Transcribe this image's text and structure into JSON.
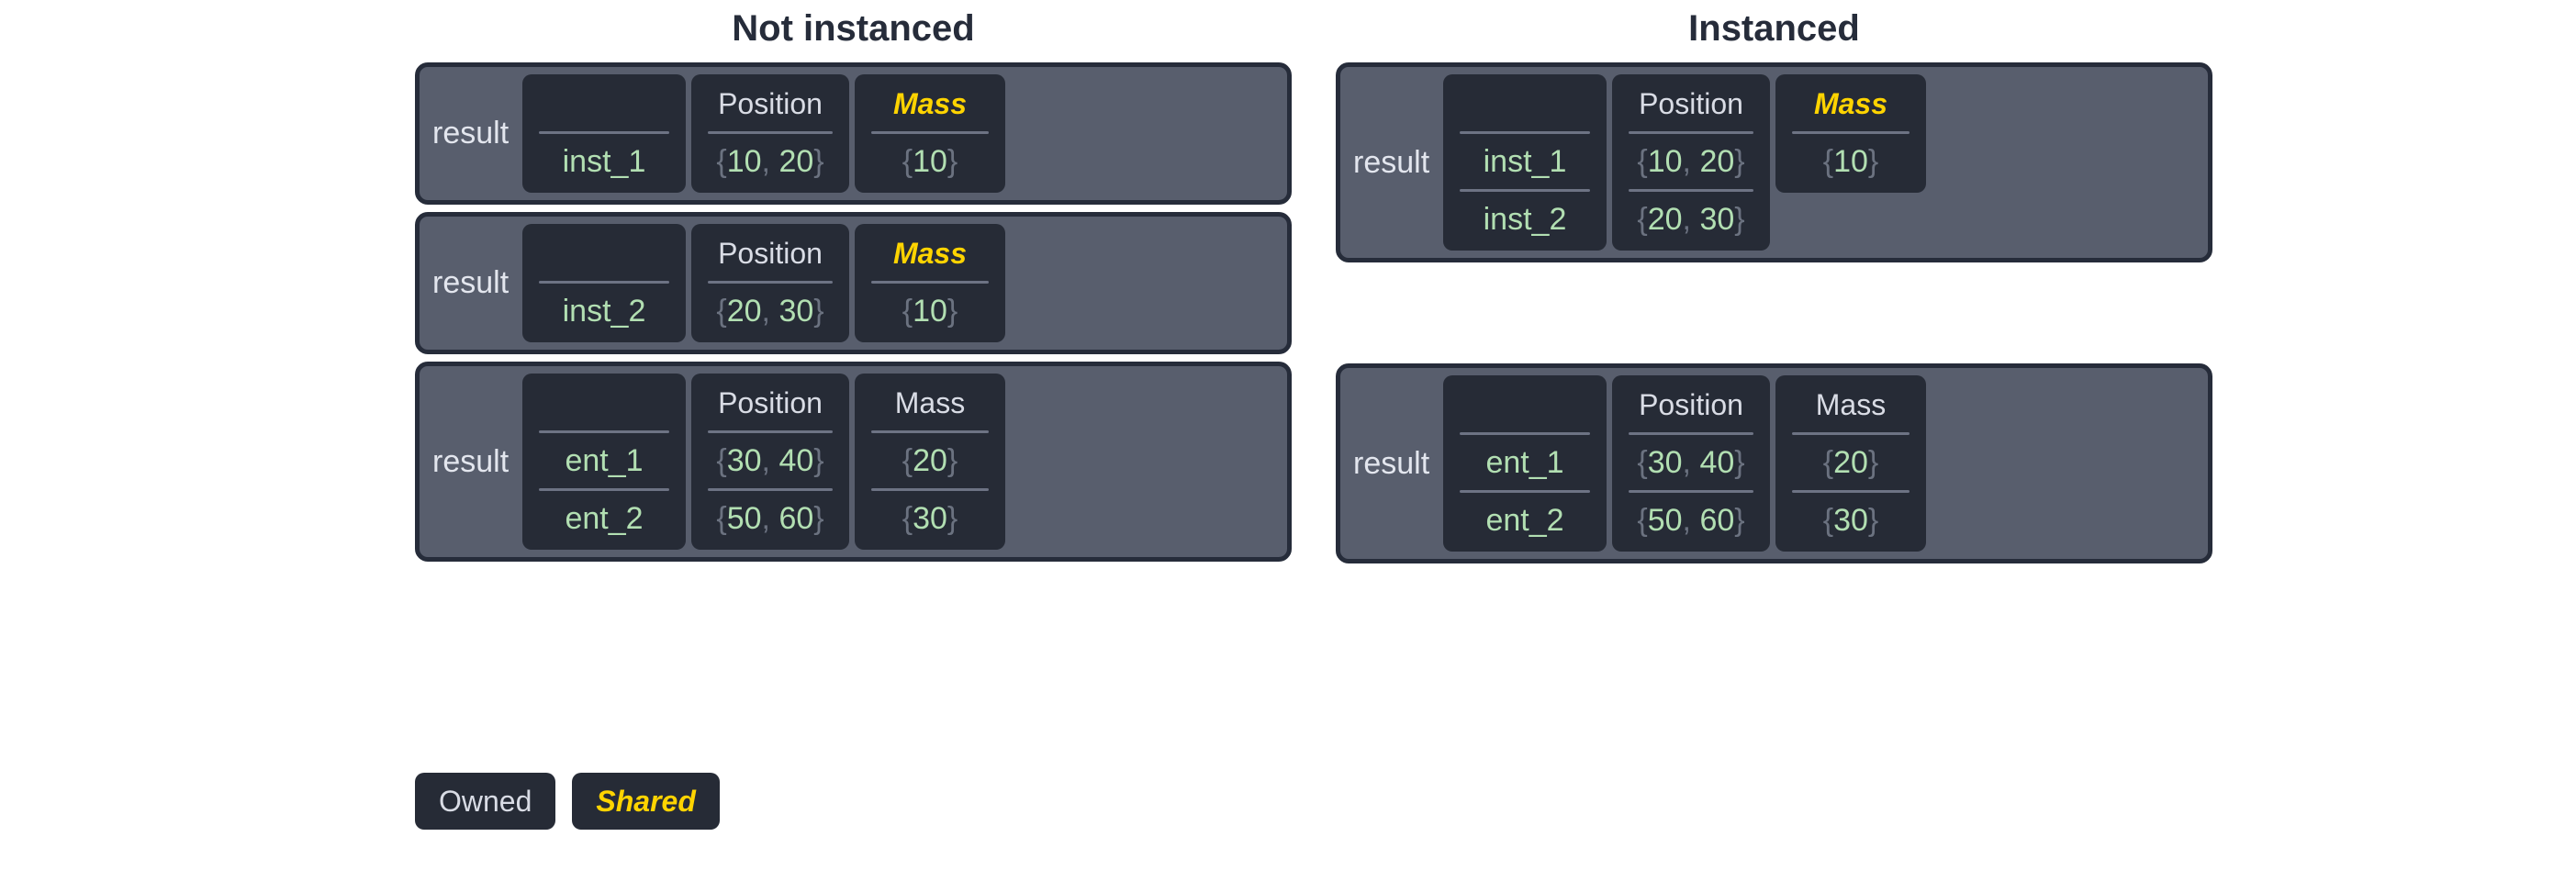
{
  "panels": [
    {
      "id": "not-instanced",
      "title": "Not instanced",
      "blocks": [
        {
          "label": "result",
          "columns": [
            {
              "header": "",
              "shared": false,
              "blank_header": true,
              "values": [
                "inst_1"
              ],
              "rows": 1
            },
            {
              "header": "Position",
              "shared": false,
              "values": [
                "{10, 20}"
              ],
              "rows": 1
            },
            {
              "header": "Mass",
              "shared": true,
              "values": [
                "{10}"
              ],
              "rows": 1
            }
          ]
        },
        {
          "label": "result",
          "columns": [
            {
              "header": "",
              "shared": false,
              "blank_header": true,
              "values": [
                "inst_2"
              ],
              "rows": 1
            },
            {
              "header": "Position",
              "shared": false,
              "values": [
                "{20, 30}"
              ],
              "rows": 1
            },
            {
              "header": "Mass",
              "shared": true,
              "values": [
                "{10}"
              ],
              "rows": 1
            }
          ]
        },
        {
          "label": "result",
          "gap_after": true,
          "columns": [
            {
              "header": "",
              "shared": false,
              "blank_header": true,
              "values": [
                "ent_1",
                "ent_2"
              ],
              "rows": 2
            },
            {
              "header": "Position",
              "shared": false,
              "values": [
                "{30, 40}",
                "{50, 60}"
              ],
              "rows": 2
            },
            {
              "header": "Mass",
              "shared": false,
              "values": [
                "{20}",
                "{30}"
              ],
              "rows": 2
            }
          ]
        }
      ]
    },
    {
      "id": "instanced",
      "title": "Instanced",
      "blocks": [
        {
          "label": "result",
          "gap_after": true,
          "columns": [
            {
              "header": "",
              "shared": false,
              "blank_header": true,
              "values": [
                "inst_1",
                "inst_2"
              ],
              "rows": 2
            },
            {
              "header": "Position",
              "shared": false,
              "values": [
                "{10, 20}",
                "{20, 30}"
              ],
              "rows": 2
            },
            {
              "header": "Mass",
              "shared": true,
              "values": [
                "{10}"
              ],
              "rows": 1
            }
          ]
        },
        {
          "label": "result",
          "columns": [
            {
              "header": "",
              "shared": false,
              "blank_header": true,
              "values": [
                "ent_1",
                "ent_2"
              ],
              "rows": 2
            },
            {
              "header": "Position",
              "shared": false,
              "values": [
                "{30, 40}",
                "{50, 60}"
              ],
              "rows": 2
            },
            {
              "header": "Mass",
              "shared": false,
              "values": [
                "{20}",
                "{30}"
              ],
              "rows": 2
            }
          ]
        }
      ]
    }
  ],
  "legend": {
    "owned_label": "Owned",
    "shared_label": "Shared"
  },
  "colors": {
    "page_background": "#ffffff",
    "title_text": "#262c3a",
    "block_border": "#262c3a",
    "block_background": "#585e6d",
    "card_background": "#262b36",
    "header_text": "#d9dce5",
    "shared_text": "#ffd400",
    "value_text": "#b2dfb2",
    "brace_text": "#6b7280",
    "separator": "#6d7384"
  }
}
